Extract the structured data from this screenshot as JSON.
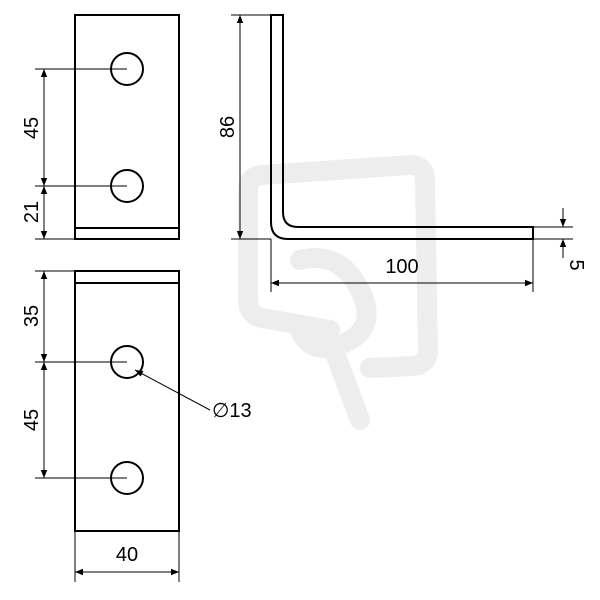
{
  "diagram": {
    "dimensions": {
      "top_hole_spacing": "45",
      "top_bend_offset": "21",
      "height": "86",
      "length": "100",
      "thickness": "5",
      "bottom_bend_offset": "35",
      "bottom_hole_spacing": "45",
      "hole_diameter": "∅13",
      "width": "40"
    }
  }
}
